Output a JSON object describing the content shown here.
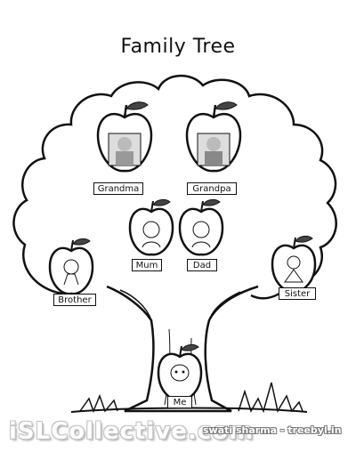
{
  "title": "Family Tree",
  "labels": {
    "grandma": "Grandma",
    "grandpa": "Grandpa",
    "mum": "Mum",
    "dad": "Dad",
    "brother": "Brother",
    "sister": "Sister",
    "me": "Me"
  },
  "watermark": "iSLCollective.com",
  "credit": "swati sharma - treebyl.in"
}
